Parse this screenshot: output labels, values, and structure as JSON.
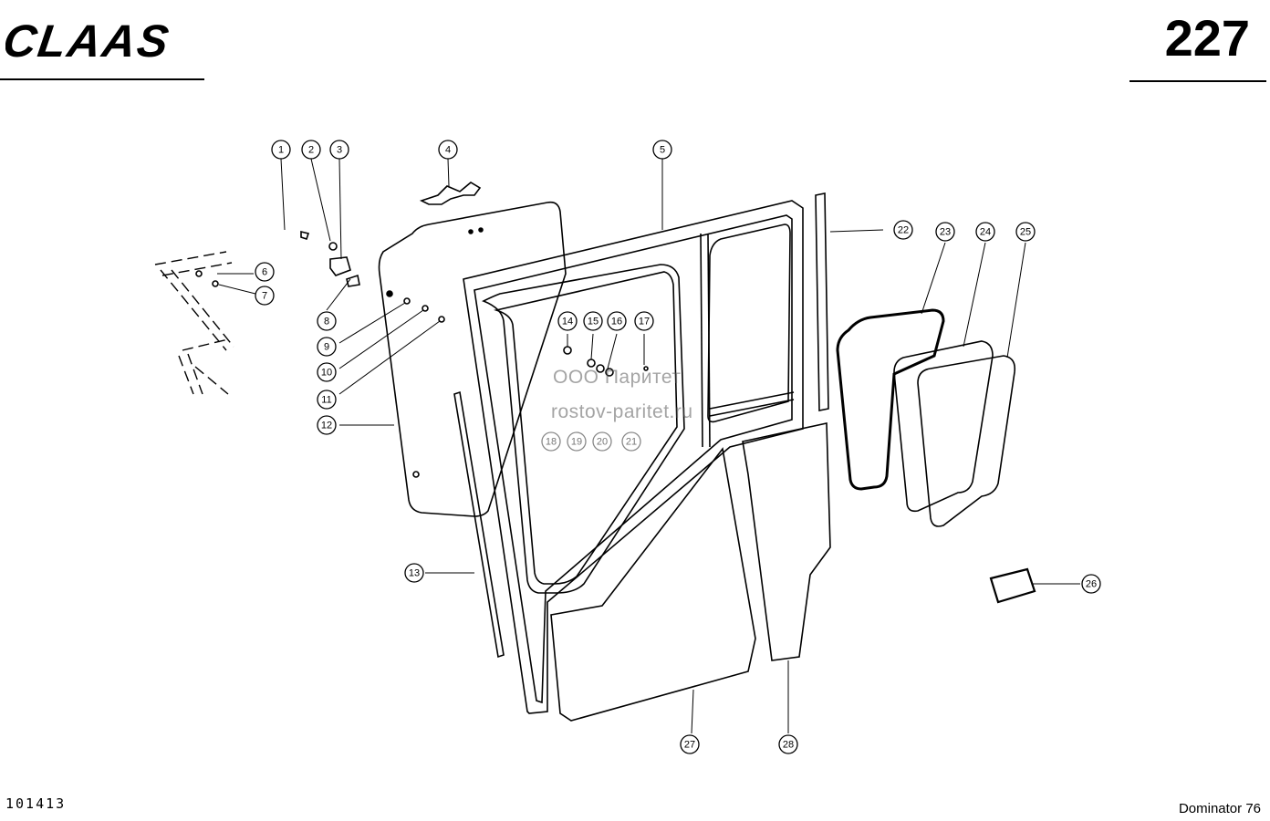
{
  "header": {
    "brand": "CLAAS",
    "page_number": "227"
  },
  "footer": {
    "doc_number": "101413",
    "model": "Dominator 76"
  },
  "watermark": {
    "line1": "ООО Паритет",
    "line2": "rostov-paritet.ru"
  },
  "callouts": [
    "1",
    "2",
    "3",
    "4",
    "5",
    "6",
    "7",
    "8",
    "9",
    "10",
    "11",
    "12",
    "13",
    "14",
    "15",
    "16",
    "17",
    "18",
    "19",
    "20",
    "21",
    "22",
    "23",
    "24",
    "25",
    "26",
    "27",
    "28"
  ]
}
